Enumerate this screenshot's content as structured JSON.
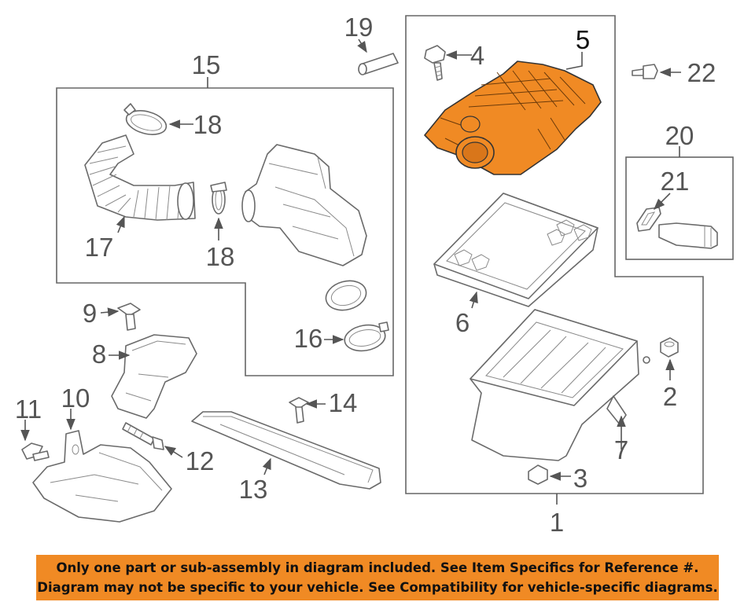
{
  "callouts": {
    "c1": "1",
    "c2": "2",
    "c3": "3",
    "c4": "4",
    "c5": "5",
    "c6": "6",
    "c7": "7",
    "c8": "8",
    "c9": "9",
    "c10": "10",
    "c11": "11",
    "c12": "12",
    "c13": "13",
    "c14": "14",
    "c15": "15",
    "c16": "16",
    "c17": "17",
    "c18a": "18",
    "c18b": "18",
    "c19": "19",
    "c20": "20",
    "c21": "21",
    "c22": "22"
  },
  "notice": {
    "line1": "Only one part or sub-assembly in diagram included. See Item Specifics for Reference #.",
    "line2": "Diagram may not be specific to your vehicle. See Compatibility for vehicle-specific diagrams."
  },
  "colors": {
    "highlight_part": "#f08a24",
    "notice_background": "#f08a24",
    "line": "#555555"
  }
}
